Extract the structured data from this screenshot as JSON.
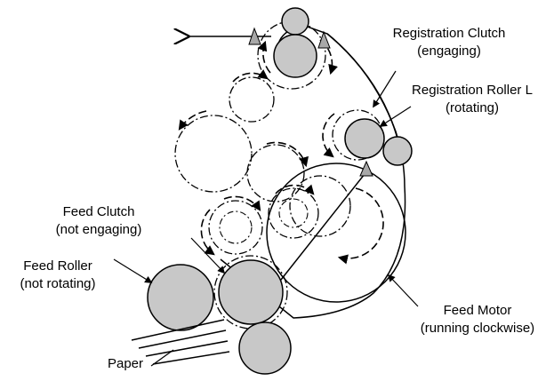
{
  "labels": {
    "registration_clutch": "Registration Clutch",
    "registration_clutch_state": "(engaging)",
    "registration_roller": "Registration Roller L",
    "registration_roller_state": "(rotating)",
    "feed_clutch": "Feed Clutch",
    "feed_clutch_state": "(not engaging)",
    "feed_roller": "Feed Roller",
    "feed_roller_state": "(not rotating)",
    "feed_motor": "Feed Motor",
    "feed_motor_state": "(running clockwise)",
    "paper": "Paper"
  },
  "colors": {
    "roller_fill": "#c8c8c8",
    "marker_fill": "#a8a8a8",
    "line": "#000000"
  }
}
